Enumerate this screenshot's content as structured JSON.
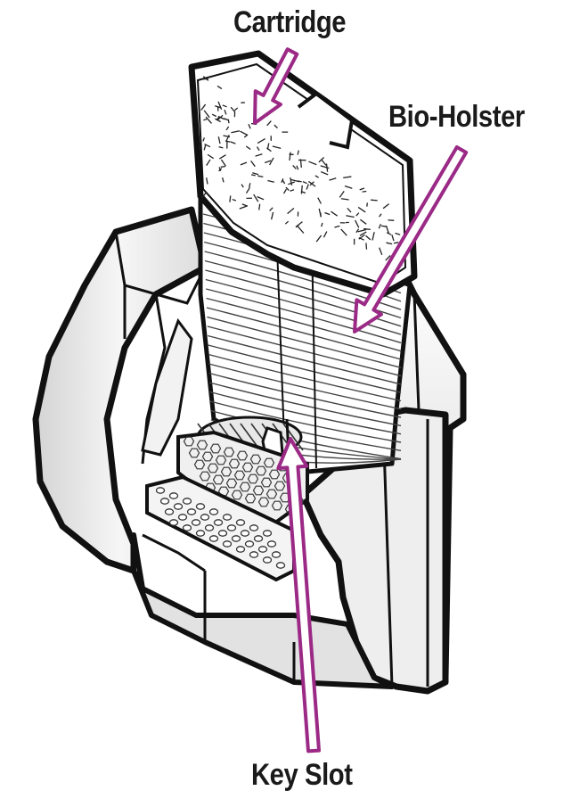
{
  "labels": {
    "cartridge": "Cartridge",
    "bio_holster": "Bio-Holster",
    "key_slot": "Key Slot"
  },
  "colors": {
    "arrow": "#9b2a86",
    "outline": "#111111",
    "body_fill": "#f4f4f4",
    "shadow_fill": "#d9d9d9"
  },
  "icons": [
    "arrow-icon"
  ]
}
